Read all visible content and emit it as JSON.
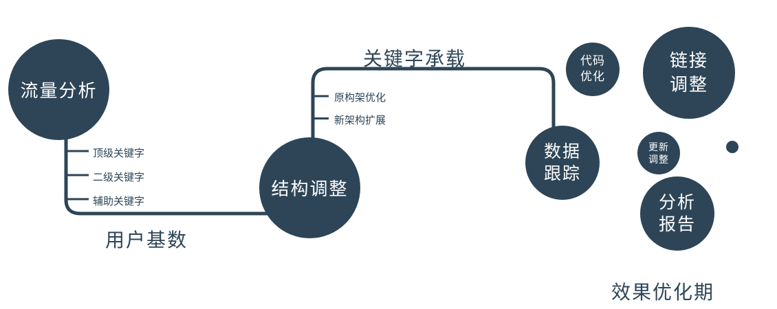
{
  "colors": {
    "primary": "#2d4557",
    "text_on_circle": "#ffffff",
    "background": "#ffffff"
  },
  "nodes": {
    "traffic_analysis": {
      "label": "流量分析"
    },
    "structure_adjust": {
      "label": "结构调整"
    },
    "data_tracking": {
      "lines": [
        "数据",
        "跟踪"
      ]
    },
    "code_optimize": {
      "lines": [
        "代码",
        "优化"
      ]
    },
    "link_adjust": {
      "lines": [
        "链接",
        "调整"
      ]
    },
    "update_adjust": {
      "lines": [
        "更新",
        "调整"
      ]
    },
    "analysis_report": {
      "lines": [
        "分析",
        "报告"
      ]
    }
  },
  "edge_labels": {
    "keyword_carry": "关键字承载",
    "user_base": "用户基数"
  },
  "branch_labels": {
    "traffic": [
      "顶级关键字",
      "二级关键字",
      "辅助关键字"
    ],
    "structure": [
      "原构架优化",
      "新架构扩展"
    ]
  },
  "footer": {
    "phase": "效果优化期"
  }
}
